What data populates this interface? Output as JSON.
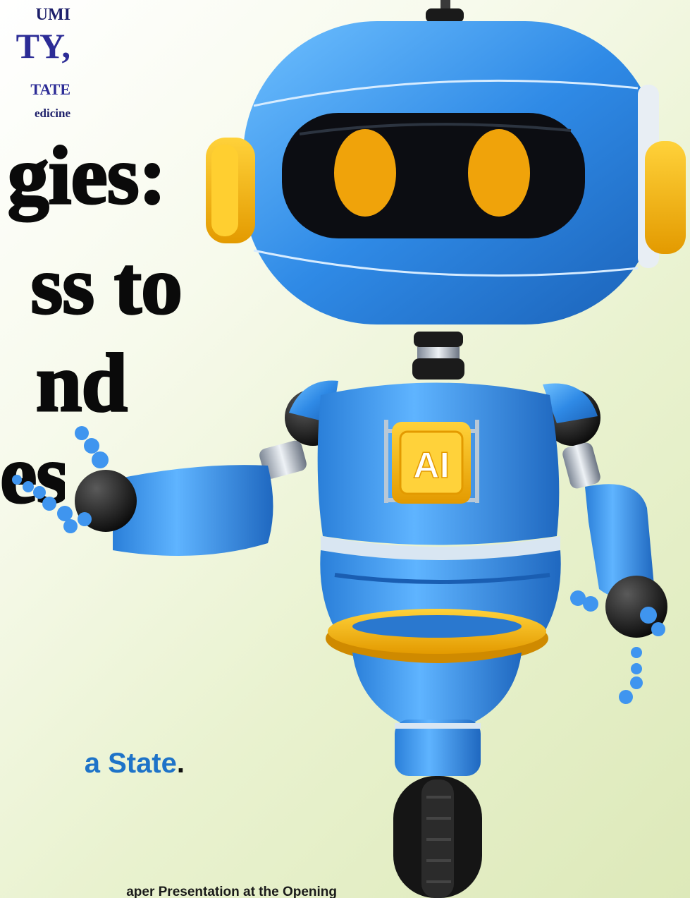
{
  "logo": {
    "line1": "UMI",
    "line2": "TY,",
    "line3": "TATE",
    "line4": "edicine"
  },
  "title": {
    "line1": "gies:",
    "line2": "ss to",
    "line3": "nd",
    "line4": "es"
  },
  "subtitle": "a State",
  "subtitle_punct": ".",
  "footer": "aper Presentation at the Opening",
  "robot": {
    "chest_badge": "AI",
    "body_color": "#2f8ae6",
    "accent_color": "#f5b400"
  }
}
